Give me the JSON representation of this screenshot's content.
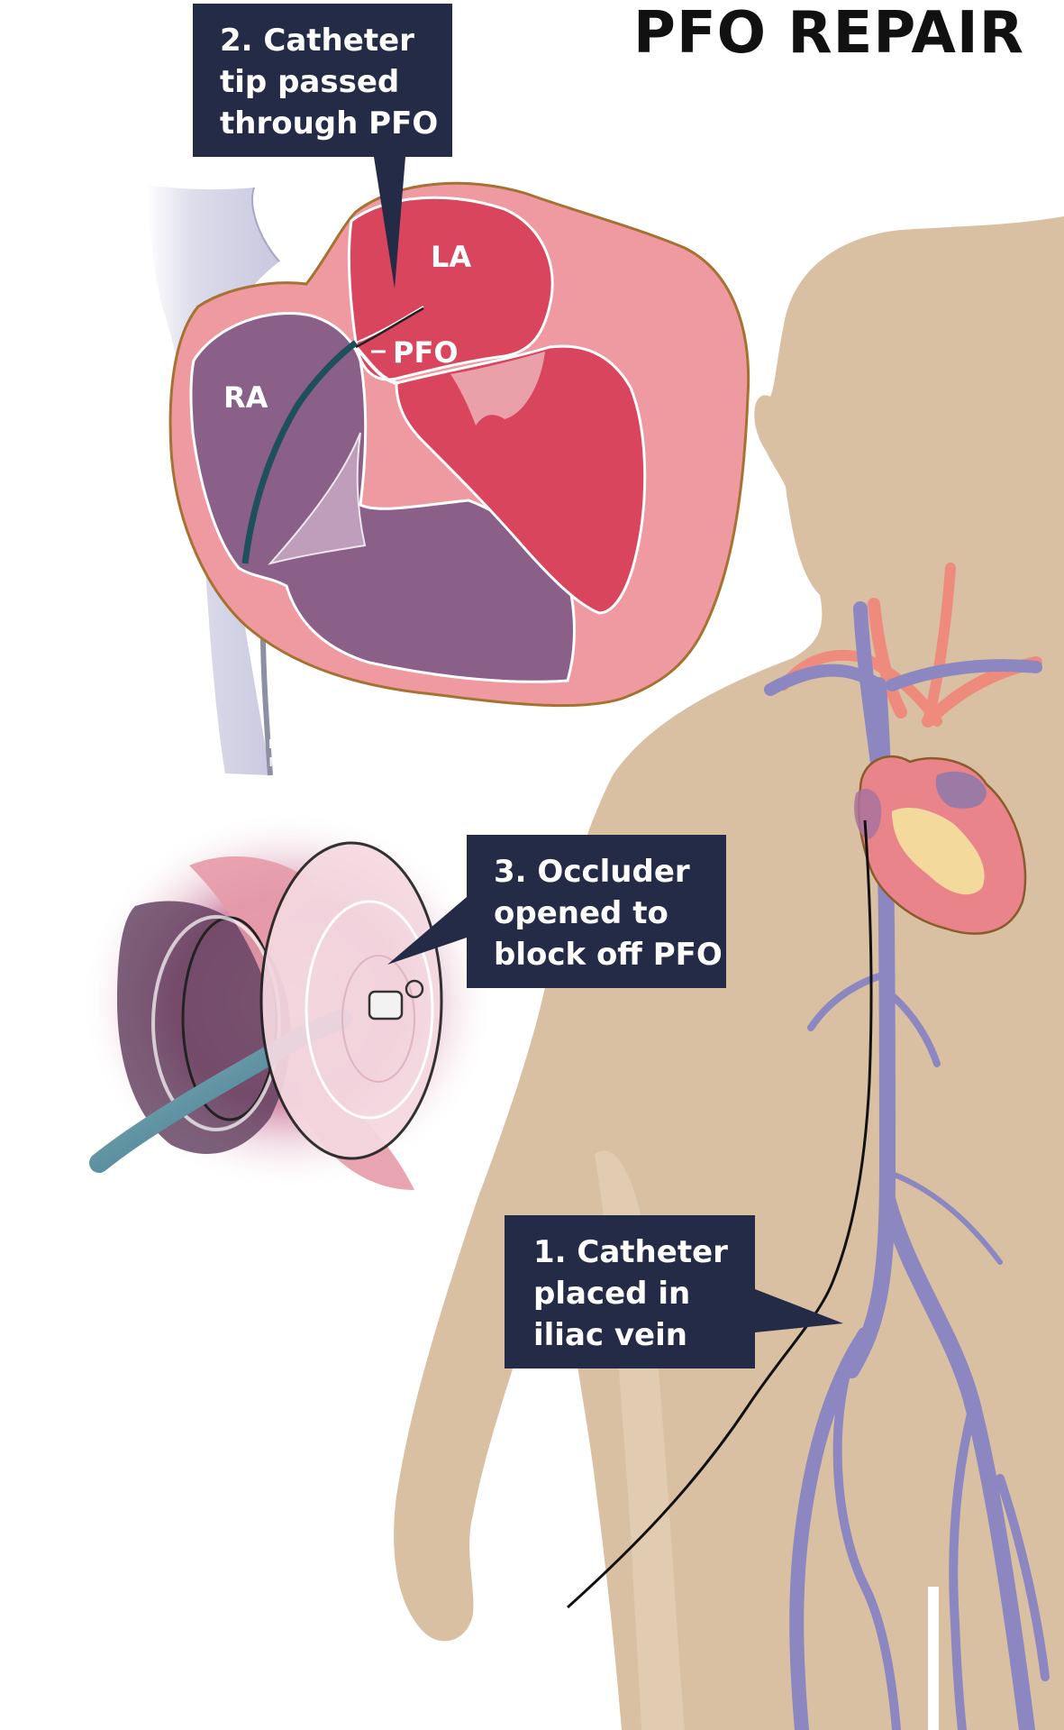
{
  "title": "PFO REPAIR",
  "callouts": {
    "step2": {
      "lines": [
        "2. Catheter",
        "tip passed",
        "through PFO"
      ]
    },
    "step3": {
      "lines": [
        "3. Occluder",
        "opened to",
        "block off PFO"
      ]
    },
    "step1": {
      "lines": [
        "1. Catheter",
        "placed in",
        "iliac vein"
      ]
    }
  },
  "heart_labels": {
    "la": "LA",
    "ra": "RA",
    "pfo": "PFO"
  },
  "colors": {
    "callout_bg": "#232b47",
    "body_skin": "#d9c0a2",
    "vein": "#8c87c0",
    "artery": "#ef8b7c",
    "heart_wall": "#ee9aa0",
    "left_atrium": "#d9455c",
    "right_atrium": "#8a5f88",
    "catheter": "#1d4f5c"
  }
}
